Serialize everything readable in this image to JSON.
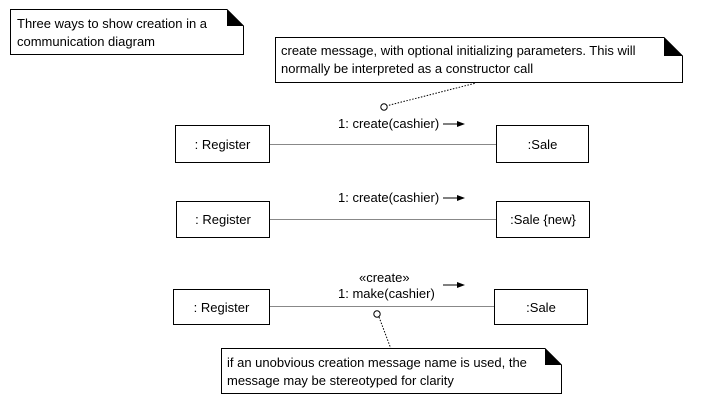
{
  "title_note": {
    "line1": "Three ways to show creation in a",
    "line2": "communication diagram"
  },
  "top_note": {
    "line1": "create message, with optional initializing parameters. This will",
    "line2": "normally be interpreted as a constructor call"
  },
  "bottom_note": {
    "line1": "if an unobvious creation message name is used, the",
    "line2": "message may be stereotyped for clarity"
  },
  "diagrams": [
    {
      "left": ": Register",
      "right": ":Sale",
      "message": "1: create(cashier)",
      "stereotype": ""
    },
    {
      "left": ": Register",
      "right": ":Sale {new}",
      "message": "1: create(cashier)",
      "stereotype": ""
    },
    {
      "left": ": Register",
      "right": ":Sale",
      "message": "1: make(cashier)",
      "stereotype": "«create»"
    }
  ]
}
